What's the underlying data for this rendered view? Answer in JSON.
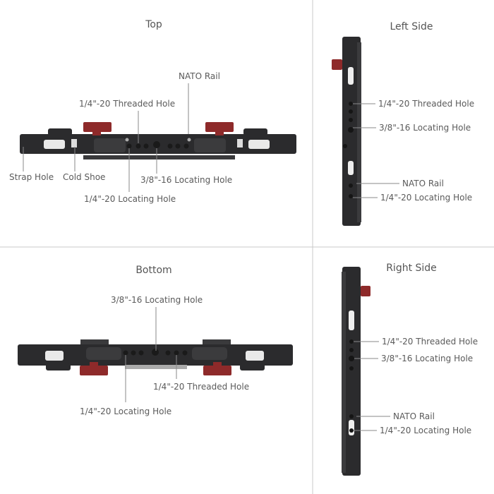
{
  "panels": {
    "top": {
      "title": "Top",
      "labels": {
        "nato_rail": "NATO Rail",
        "threaded_hole": "1/4\"-20 Threaded Hole",
        "strap_hole": "Strap Hole",
        "cold_shoe": "Cold Shoe",
        "locating_38": "3/8\"-16 Locating Hole",
        "locating_14": "1/4\"-20 Locating Hole"
      }
    },
    "bottom": {
      "title": "Bottom",
      "labels": {
        "locating_38": "3/8\"-16 Locating Hole",
        "threaded_hole": "1/4\"-20 Threaded Hole",
        "locating_14": "1/4\"-20 Locating Hole"
      }
    },
    "left_side": {
      "title": "Left Side",
      "labels": {
        "threaded_hole": "1/4\"-20 Threaded Hole",
        "locating_38": "3/8\"-16 Locating Hole",
        "nato_rail": "NATO Rail",
        "locating_14": "1/4\"-20 Locating Hole"
      }
    },
    "right_side": {
      "title": "Right Side",
      "labels": {
        "threaded_hole": "1/4\"-20 Threaded Hole",
        "locating_38": "3/8\"-16 Locating Hole",
        "nato_rail": "NATO Rail",
        "locating_14": "1/4\"-20 Locating Hole"
      }
    }
  },
  "colors": {
    "body": "#2b2b2d",
    "knob": "#8e2a2a",
    "divider": "#c9c9c9",
    "leader": "#8a8a8a"
  }
}
